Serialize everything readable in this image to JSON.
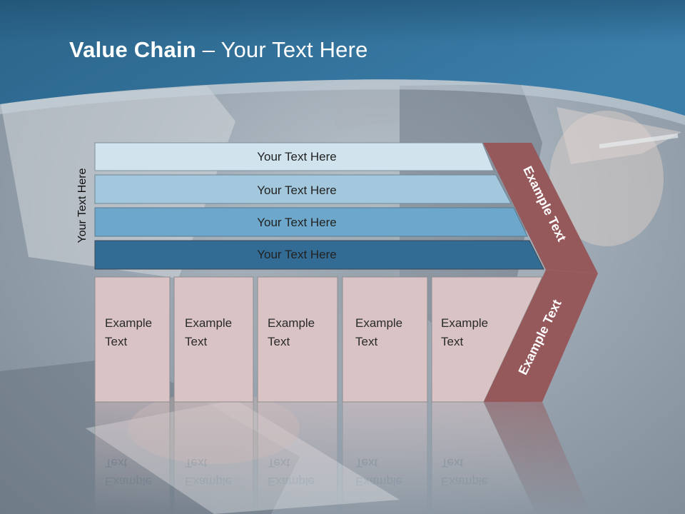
{
  "slide": {
    "title_bold": "Value Chain",
    "title_rest": " – Your Text Here",
    "side_label": "Your Text Here"
  },
  "bars": [
    {
      "label": "Your Text Here",
      "color": "#d1e4ee"
    },
    {
      "label": "Your Text Here",
      "color": "#a3c8de"
    },
    {
      "label": "Your Text Here",
      "color": "#6da8cc"
    },
    {
      "label": "Your Text Here",
      "color": "#326b93"
    }
  ],
  "boxes": [
    {
      "line1": "Example",
      "line2": "Text"
    },
    {
      "line1": "Example",
      "line2": "Text"
    },
    {
      "line1": "Example",
      "line2": "Text"
    },
    {
      "line1": "Example",
      "line2": "Text"
    },
    {
      "line1": "Example",
      "line2": "Text"
    }
  ],
  "chevron": {
    "upper_label": "Example Text",
    "lower_label": "Example Text",
    "color": "#96595b"
  },
  "colors": {
    "header": "#2d6990",
    "box_fill": "#d9c3c5"
  }
}
